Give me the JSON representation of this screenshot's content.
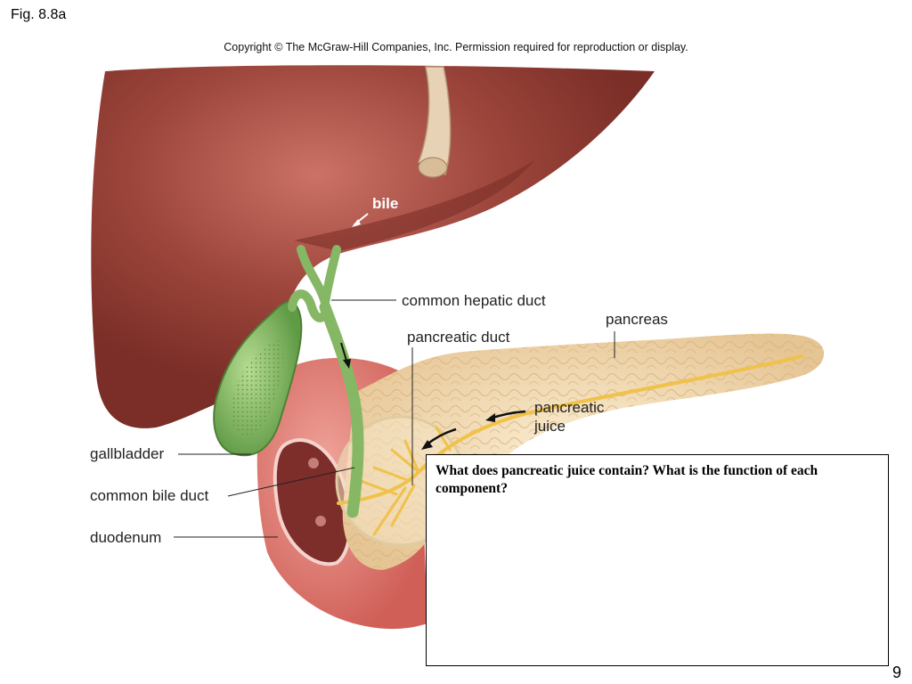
{
  "figure": {
    "number": "Fig. 8.8a",
    "copyright": "Copyright © The McGraw-Hill Companies, Inc. Permission required for reproduction or display."
  },
  "labels": {
    "bile": "bile",
    "common_hepatic_duct": "common hepatic duct",
    "pancreas": "pancreas",
    "pancreatic_duct": "pancreatic duct",
    "pancreatic_juice_line1": "pancreatic",
    "pancreatic_juice_line2": "juice",
    "gallbladder": "gallbladder",
    "common_bile_duct": "common bile duct",
    "duodenum": "duodenum"
  },
  "question": {
    "text": "What does pancreatic juice contain?  What is the function of each component?"
  },
  "slide": {
    "page_number": "9"
  },
  "colors": {
    "liver": "#8e3b33",
    "liver_highlight": "#c86e63",
    "gallbladder": "#86b764",
    "duodenum": "#de7b72",
    "pancreas": "#f2dcb4",
    "duct": "#f0c24a"
  }
}
